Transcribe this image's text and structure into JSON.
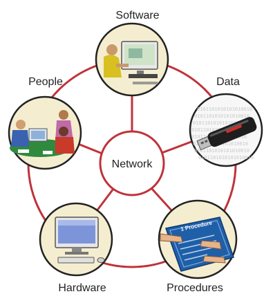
{
  "diagram": {
    "center": {
      "label": "Network"
    },
    "components": [
      {
        "id": "software",
        "label": "Software",
        "icon": "desktop-computer-user-icon"
      },
      {
        "id": "data",
        "label": "Data",
        "icon": "usb-flash-drive-icon"
      },
      {
        "id": "procedures",
        "label": "Procedures",
        "icon": "procedure-document-icon"
      },
      {
        "id": "hardware",
        "label": "Hardware",
        "icon": "monitor-keyboard-icon"
      },
      {
        "id": "people",
        "label": "People",
        "icon": "people-meeting-icon"
      }
    ],
    "procedure_doc_title": "1 Procedure",
    "binary_text": "0101101010101010010",
    "colors": {
      "ring": "#c0323a",
      "circle_fill": "#f5edd0",
      "circle_stroke": "#222222",
      "label_text": "#222222",
      "procedure_blue": "#1f5fa8"
    }
  }
}
